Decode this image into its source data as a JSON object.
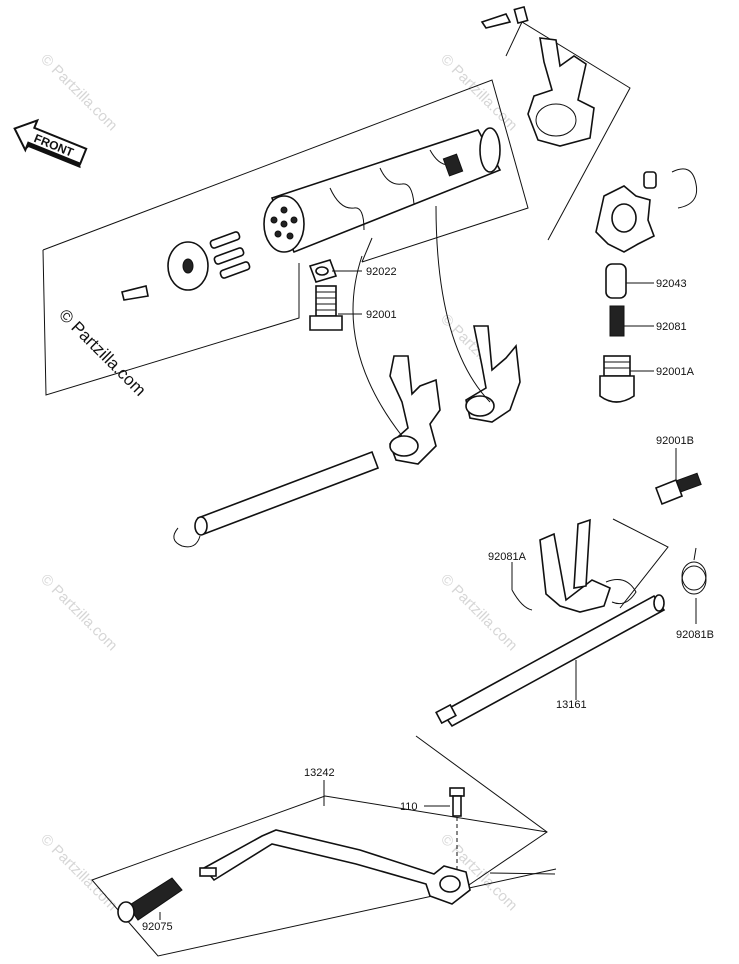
{
  "watermark": "© Partzilla.com",
  "front_arrow": {
    "label": "FRONT"
  },
  "callouts": {
    "p92022": "92022",
    "p92001": "92001",
    "p92043": "92043",
    "p92081": "92081",
    "p92001A": "92001A",
    "p92001B": "92001B",
    "p92081A": "92081A",
    "p92081B": "92081B",
    "p13161": "13161",
    "p13242": "13242",
    "p110": "110",
    "p92075": "92075"
  }
}
